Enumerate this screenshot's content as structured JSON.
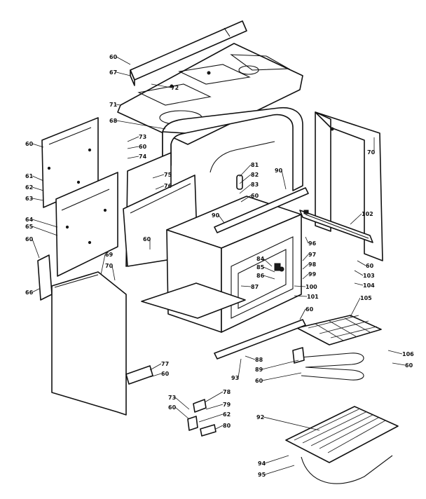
{
  "diagram": {
    "part_numbers": {
      "p60a": "60",
      "p67": "67",
      "p72": "72",
      "p71": "71",
      "p68": "68",
      "p73a": "73",
      "p60b": "60",
      "p74": "74",
      "p70a": "70",
      "p60c": "60",
      "p61a": "61",
      "p62a": "62",
      "p63": "63",
      "p64": "64",
      "p65": "65",
      "p60d": "60",
      "p66": "66",
      "p69": "69",
      "p70b": "70",
      "p75": "75",
      "p76": "76",
      "p60e": "60",
      "p81": "81",
      "p82": "82",
      "p83": "83",
      "p60f": "60",
      "p90a": "90",
      "p90b": "90",
      "p102": "102",
      "p96": "96",
      "p97": "97",
      "p98": "98",
      "p99": "99",
      "p60g": "60",
      "p103": "103",
      "p104": "104",
      "p84": "84",
      "p85": "85",
      "p86": "86",
      "p87": "87",
      "p100": "100",
      "p101": "101",
      "p105": "105",
      "p60h": "60",
      "p106": "106",
      "p60i": "60",
      "p88": "88",
      "p89": "89",
      "p60j": "60",
      "p93": "93",
      "p77": "77",
      "p60k": "60",
      "p78": "78",
      "p73b": "73",
      "p79": "79",
      "p60l": "60",
      "p62b": "62",
      "p80": "80",
      "p92": "92",
      "p94": "94",
      "p95": "95"
    }
  }
}
